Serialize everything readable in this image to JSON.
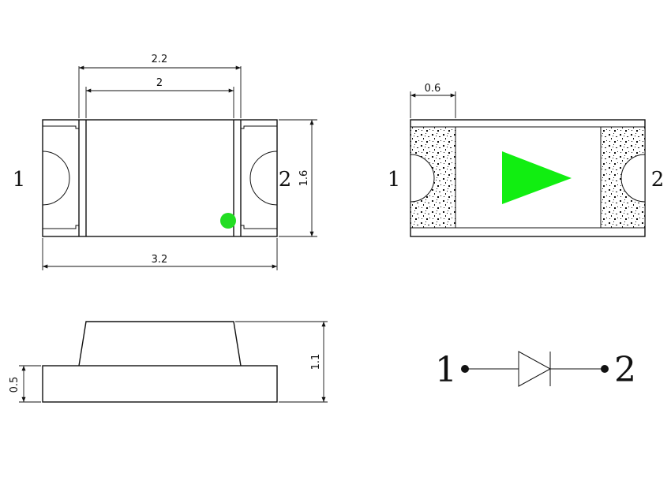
{
  "top_view": {
    "dim_width_outer": "2.2",
    "dim_width_inner": "2",
    "dim_height": "1.6",
    "dim_length": "3.2",
    "pin_left": "1",
    "pin_right": "2",
    "polarity_dot_color": "#22dd22"
  },
  "bottom_view": {
    "dim_pad": "0.6",
    "pin_left": "1",
    "pin_right": "2",
    "arrow_color": "#11ee11"
  },
  "side_view": {
    "dim_base": "0.5",
    "dim_total": "1.1"
  },
  "schematic": {
    "pin_left": "1",
    "pin_right": "2"
  }
}
